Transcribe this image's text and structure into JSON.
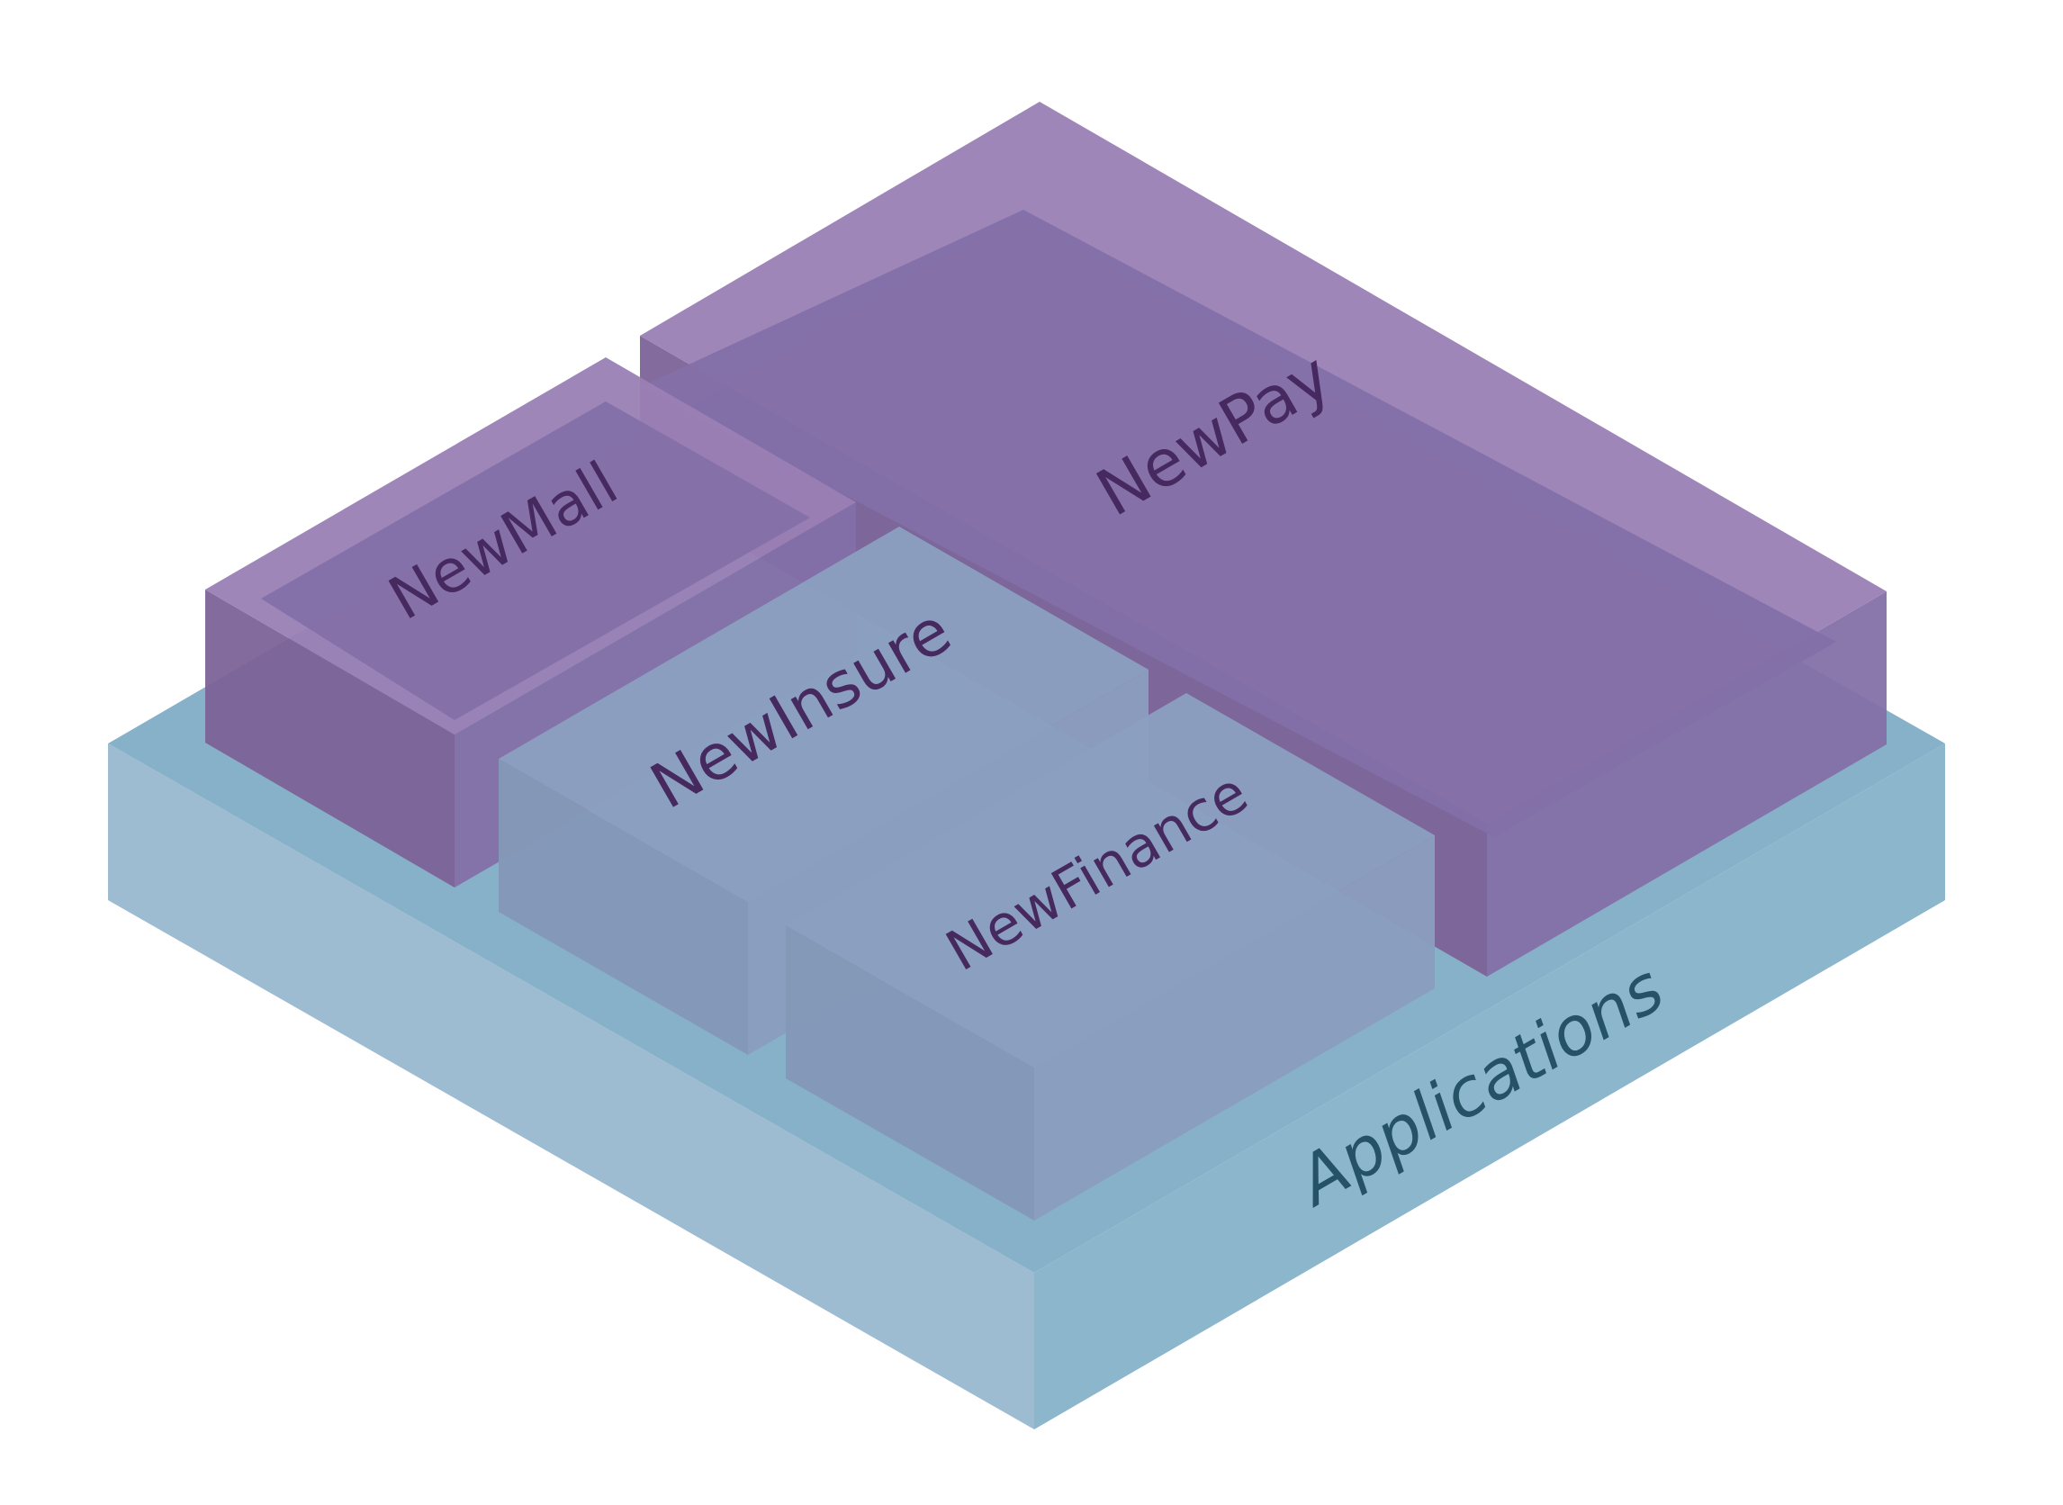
{
  "colors": {
    "background": "#ffffff",
    "base_front": "#9dbcd1",
    "base_side": "#8cb6cc",
    "base_top": "#87b1c9",
    "purple_top": "#8470a8",
    "purple_top_light": "#9a7fb4",
    "purple_front": "#7c6398",
    "purple_side": "#8470a8",
    "slate_top": "#8b9fc0",
    "slate_front": "#8498b8",
    "slate_side": "#8a9dbe",
    "label_purple": "#45295f",
    "label_blue": "#265266"
  },
  "labels": {
    "newmall": "NewMall",
    "newpay": "NewPay",
    "newinsure": "NewInsure",
    "newfinance": "NewFinance",
    "applications": "Applications"
  }
}
